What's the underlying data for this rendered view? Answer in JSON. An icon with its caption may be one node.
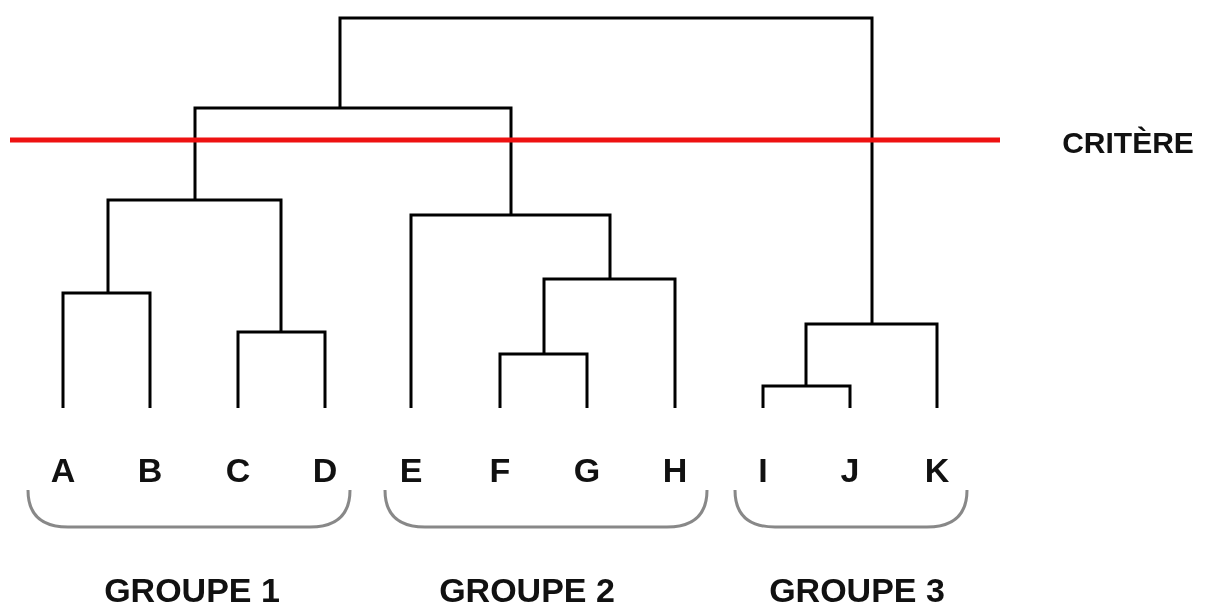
{
  "diagram": {
    "labels": [
      "CRITÈRE",
      "A",
      "B",
      "C",
      "D",
      "E",
      "F",
      "G",
      "H",
      "I",
      "J",
      "K",
      "GROUPE 1",
      "GROUPE 2",
      "GROUPE 3"
    ]
  }
}
